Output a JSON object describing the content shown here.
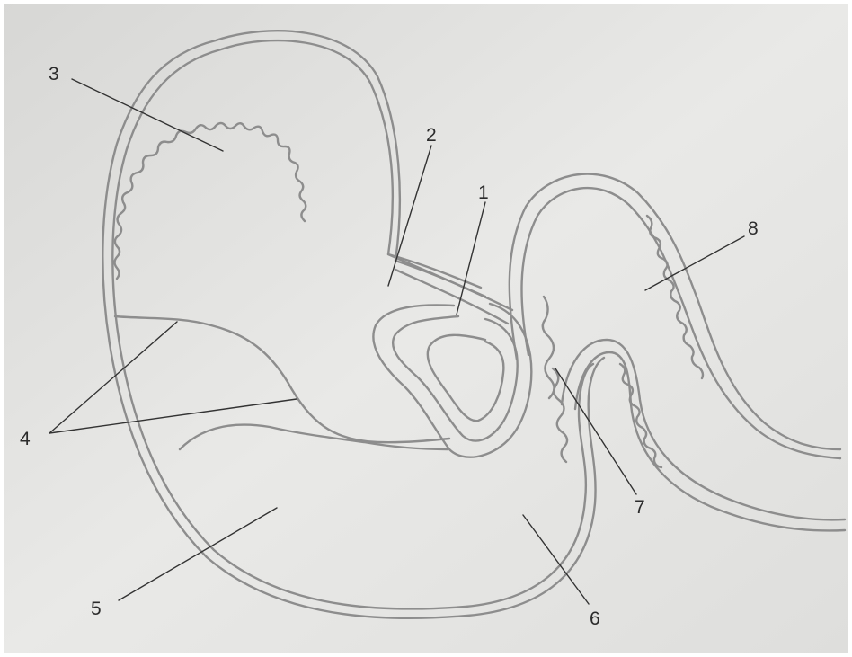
{
  "diagram": {
    "labels": [
      "1",
      "2",
      "3",
      "4",
      "5",
      "6",
      "7",
      "8"
    ],
    "colors": {
      "paper": "#e7e7e5",
      "outline": "#8d8d8d",
      "leader": "#333333",
      "text": "#2b2b2b"
    }
  }
}
